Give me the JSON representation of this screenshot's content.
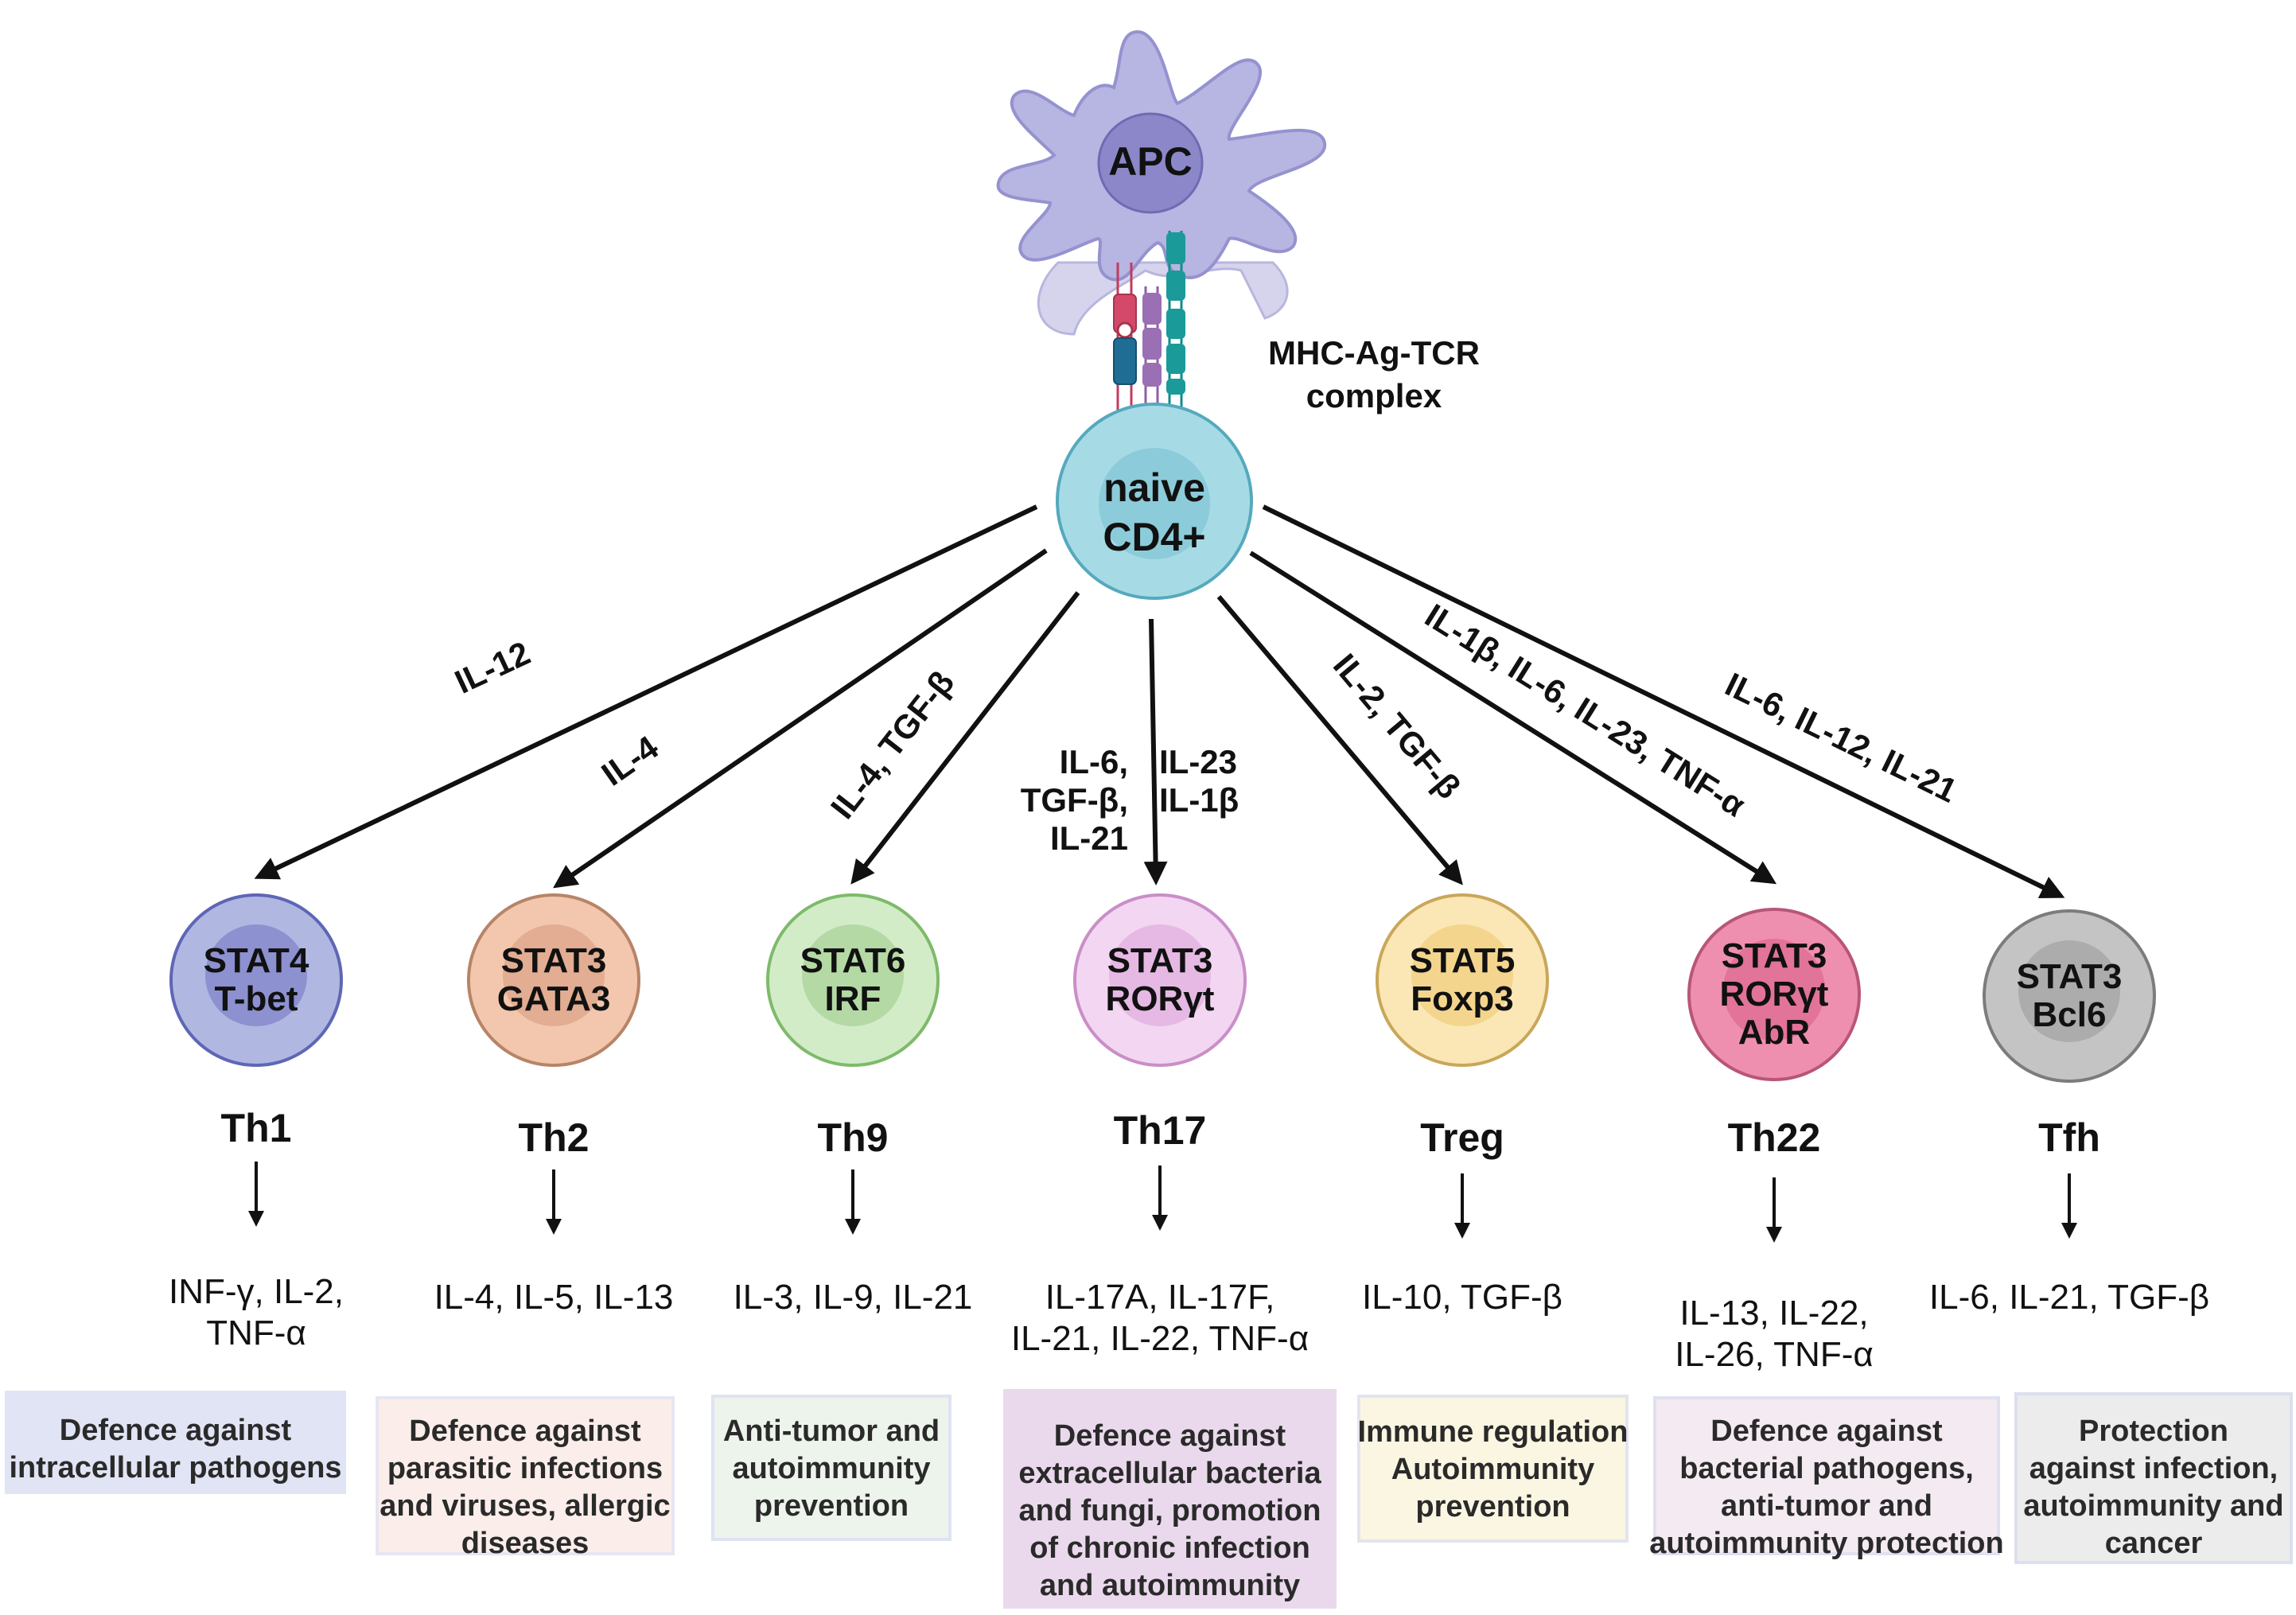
{
  "apc": {
    "label": "APC"
  },
  "complex": {
    "line1": "MHC-Ag-TCR",
    "line2": "complex"
  },
  "naive": {
    "line1": "naive",
    "line2": "CD4+"
  },
  "arrows": {
    "th1": [
      "IL-12"
    ],
    "th2": [
      "IL-4"
    ],
    "th9": [
      "IL-4, TGF-β"
    ],
    "th17_left": [
      "IL-6,",
      "TGF-β,",
      "IL-21"
    ],
    "th17_right": [
      "IL-23",
      "IL-1β"
    ],
    "treg": [
      "IL-2, TGF-β"
    ],
    "th22": [
      "IL-1β, IL-6, IL-23, TNF-α"
    ],
    "tfh": [
      "IL-6, IL-12, IL-21"
    ]
  },
  "subsets": [
    {
      "name": "Th1",
      "tf": [
        "STAT4",
        "T-bet"
      ],
      "cytokines": [
        "INF-γ, IL-2,",
        "TNF-α"
      ],
      "function": [
        "Defence against",
        "intracellular pathogens"
      ],
      "outer": "#b0b8e2",
      "inner": "#8d91cf",
      "stroke": "#5e66b5",
      "box": "#e1e4f4",
      "boxStroke": "#e1e4f4"
    },
    {
      "name": "Th2",
      "tf": [
        "STAT3",
        "GATA3"
      ],
      "cytokines": [
        "IL-4, IL-5, IL-13"
      ],
      "function": [
        "Defence against",
        "parasitic infections",
        "and viruses, allergic",
        "diseases"
      ],
      "outer": "#f3c7ad",
      "inner": "#e2ad92",
      "stroke": "#b78468",
      "box": "#fbeeea",
      "boxStroke": "#e6e6f2"
    },
    {
      "name": "Th9",
      "tf": [
        "STAT6",
        "IRF"
      ],
      "cytokines": [
        "IL-3, IL-9, IL-21"
      ],
      "function": [
        "Anti-tumor and",
        "autoimmunity",
        "prevention"
      ],
      "outer": "#d3ecc8",
      "inner": "#b4d9a5",
      "stroke": "#7eba6a",
      "box": "#edf4ec",
      "boxStroke": "#dfe3f2"
    },
    {
      "name": "Th17",
      "tf": [
        "STAT3",
        "RORγt"
      ],
      "cytokines": [
        "IL-17A, IL-17F,",
        "IL-21, IL-22, TNF-α"
      ],
      "function": [
        "Defence against",
        "extracellular bacteria",
        "and fungi, promotion",
        "of chronic infection",
        "and autoimmunity"
      ],
      "outer": "#f3d6f1",
      "inner": "#e6b9e4",
      "stroke": "#c98ec8",
      "box": "#ead9ec",
      "boxStroke": "#ead9ec"
    },
    {
      "name": "Treg",
      "tf": [
        "STAT5",
        "Foxp3"
      ],
      "cytokines": [
        "IL-10, TGF-β"
      ],
      "function": [
        "Immune regulation",
        "Autoimmunity",
        "prevention"
      ],
      "outer": "#fbe7b5",
      "inner": "#f4d58e",
      "stroke": "#c9a75a",
      "box": "#fbf6e2",
      "boxStroke": "#e4e4ef"
    },
    {
      "name": "Th22",
      "tf": [
        "STAT3",
        "RORγt",
        "AbR"
      ],
      "cytokines": [
        "IL-13, IL-22,",
        "IL-26, TNF-α"
      ],
      "function": [
        "Defence against",
        "bacterial pathogens,",
        "anti-tumor and",
        "autoimmunity protection"
      ],
      "outer": "#ef8fb0",
      "inner": "#e27399",
      "stroke": "#b8557a",
      "box": "#f4eaf1",
      "boxStroke": "#dfe1f0"
    },
    {
      "name": "Tfh",
      "tf": [
        "STAT3",
        "Bcl6"
      ],
      "cytokines": [
        "IL-6, IL-21, TGF-β"
      ],
      "function": [
        "Protection",
        "against infection,",
        "autoimmunity and",
        "cancer"
      ],
      "outer": "#c4c4c4",
      "inner": "#acacac",
      "stroke": "#7c7c7c",
      "box": "#ececec",
      "boxStroke": "#dcdfee"
    }
  ]
}
